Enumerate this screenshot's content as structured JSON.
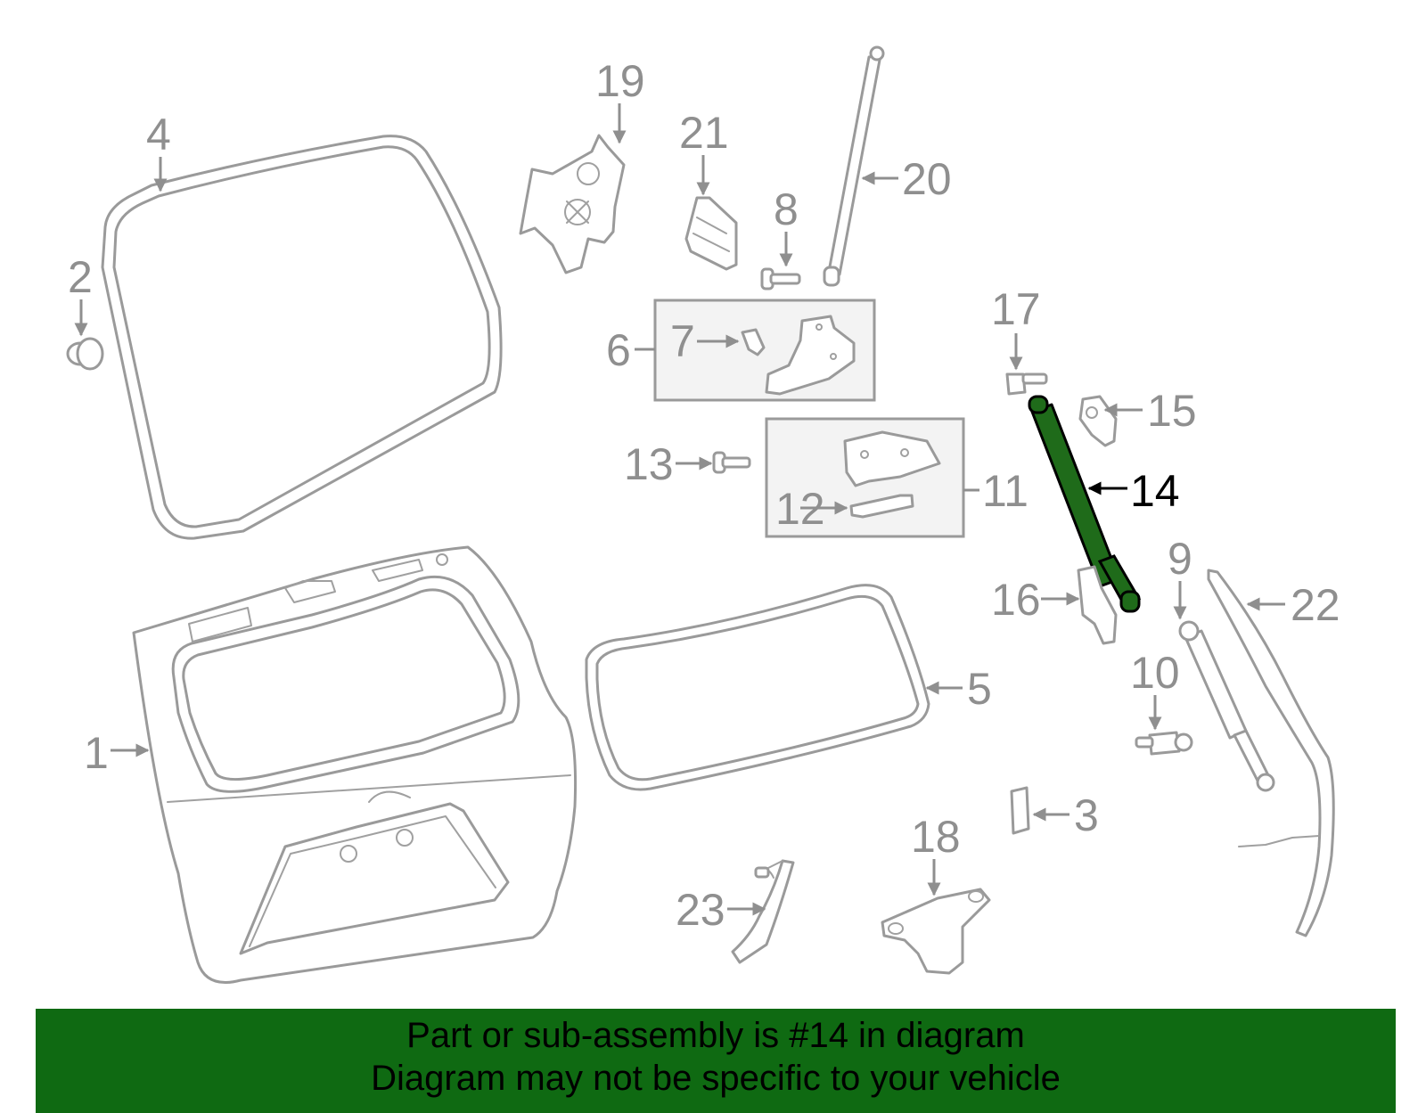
{
  "highlight_part": "14",
  "colors": {
    "highlight_fill": "#1f6b1a",
    "banner_bg": "#0f6a12",
    "part_stroke": "#9a9a9a"
  },
  "callouts": {
    "c1": "1",
    "c2": "2",
    "c3": "3",
    "c4": "4",
    "c5": "5",
    "c6": "6",
    "c7": "7",
    "c8": "8",
    "c9": "9",
    "c10": "10",
    "c11": "11",
    "c12": "12",
    "c13": "13",
    "c14": "14",
    "c15": "15",
    "c16": "16",
    "c17": "17",
    "c18": "18",
    "c19": "19",
    "c20": "20",
    "c21": "21",
    "c22": "22",
    "c23": "23"
  },
  "banner": {
    "line1": "Part or sub-assembly is #14 in diagram",
    "line2": "Diagram may not be specific to your vehicle"
  }
}
